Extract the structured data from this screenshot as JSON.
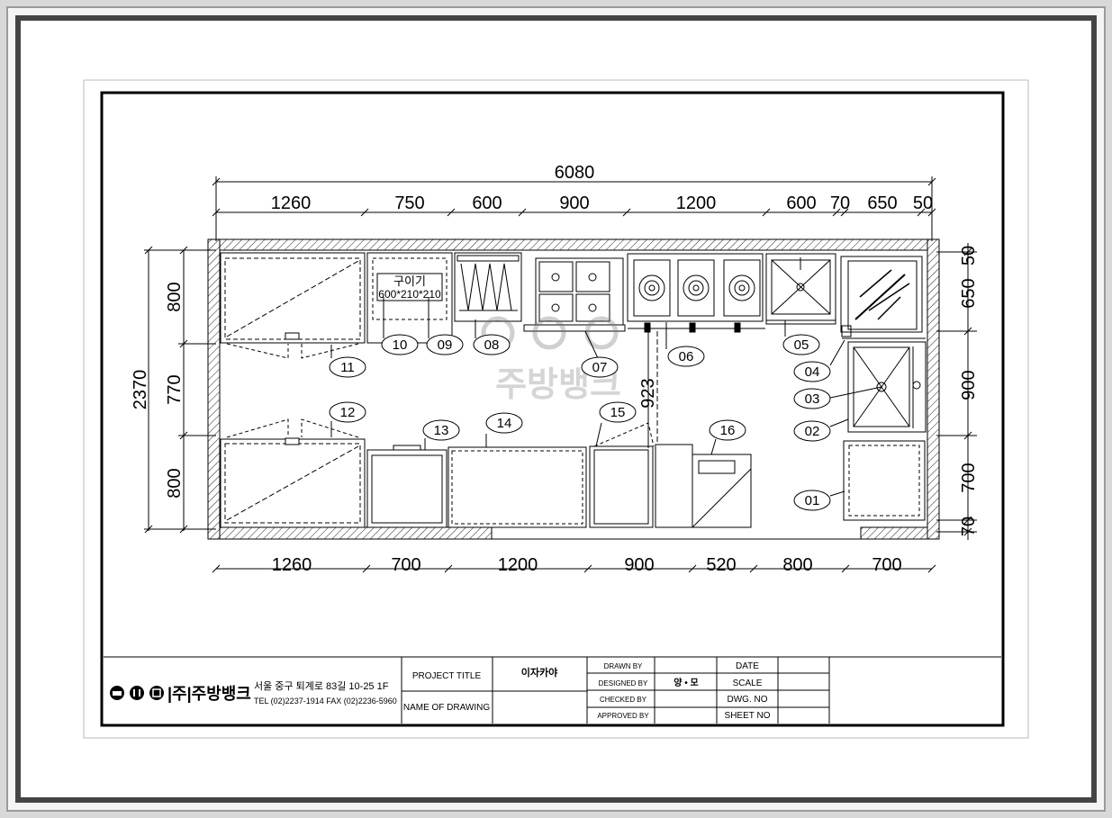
{
  "drawing": {
    "total_width": "6080",
    "top_dims": [
      "1260",
      "750",
      "600",
      "900",
      "1200",
      "600",
      "70",
      "650",
      "50"
    ],
    "bottom_dims": [
      "1260",
      "700",
      "1200",
      "900",
      "520",
      "800",
      "700"
    ],
    "left_dims": [
      "2370",
      "800",
      "770",
      "800"
    ],
    "right_dims": [
      "50",
      "650",
      "900",
      "700",
      "70"
    ],
    "inner_dim": "923",
    "grill_label": "구이기",
    "grill_size": "600*210*210",
    "tags": [
      "01",
      "02",
      "03",
      "04",
      "05",
      "06",
      "07",
      "08",
      "09",
      "10",
      "11",
      "12",
      "13",
      "14",
      "15",
      "16"
    ],
    "watermark": "주방뱅크"
  },
  "title_block": {
    "company": "|주|주방뱅크",
    "address": "서울 중구 퇴계로 83길 10-25 1F",
    "phone": "TEL (02)2237-1914 FAX (02)2236-5960",
    "project_title_label": "PROJECT TITLE",
    "project_title_value": "이자카야",
    "name_of_drawing_label": "NAME OF DRAWING",
    "drawn_by_label": "DRAWN BY",
    "designed_by_label": "DESIGNED BY",
    "designed_by_value": "양 • 모",
    "checked_by_label": "CHECKED BY",
    "approved_by_label": "APPROVED BY",
    "date_label": "DATE",
    "scale_label": "SCALE",
    "dwg_no_label": "DWG. NO",
    "sheet_no_label": "SHEET NO"
  }
}
